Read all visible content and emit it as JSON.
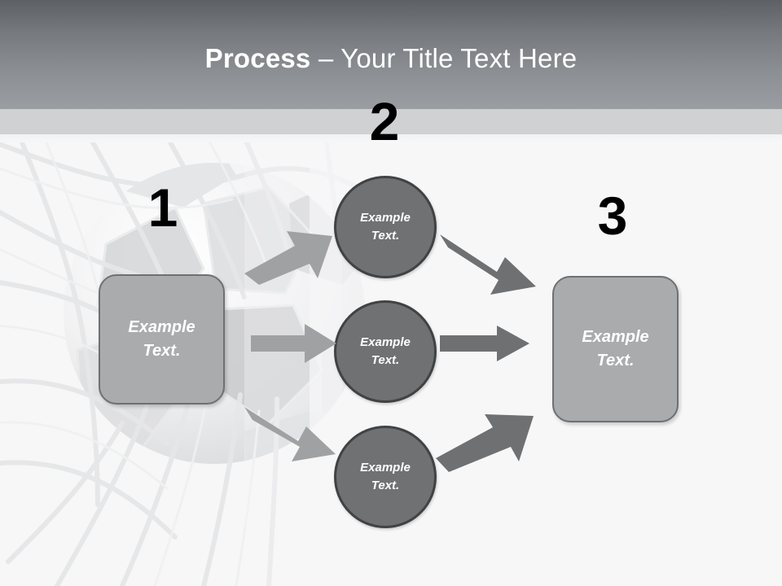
{
  "slide": {
    "title_strong": "Process",
    "title_rest": " – Your Title Text Here",
    "background_art": "soccer-ball-in-net",
    "colors": {
      "header_top": "#5d6064",
      "header_bottom": "#9a9da1",
      "header_accent_band": "#cfd1d3",
      "canvas": "#f7f7f8",
      "box_fill": "#aaabad",
      "box_border": "#6e7073",
      "circle_fill": "#6f7173",
      "circle_border": "#404244",
      "arrow_light": "#a0a1a3",
      "arrow_dark": "#6e7072",
      "number_color": "#000000",
      "shape_text_color": "#ffffff"
    }
  },
  "steps": [
    {
      "number": "1",
      "shape": "rounded-box",
      "text_line1": "Example",
      "text_line2": "Text."
    },
    {
      "number": "2",
      "shape": "circle-group",
      "items": [
        {
          "text_line1": "Example",
          "text_line2": "Text."
        },
        {
          "text_line1": "Example",
          "text_line2": "Text."
        },
        {
          "text_line1": "Example",
          "text_line2": "Text."
        }
      ]
    },
    {
      "number": "3",
      "shape": "rounded-box",
      "text_line1": "Example",
      "text_line2": "Text."
    }
  ],
  "arrows": [
    {
      "name": "step1-to-circle-top",
      "direction": "up-right",
      "tone": "light"
    },
    {
      "name": "step1-to-circle-middle",
      "direction": "right",
      "tone": "light"
    },
    {
      "name": "step1-to-circle-bottom",
      "direction": "down-right",
      "tone": "light"
    },
    {
      "name": "circle-top-to-step3",
      "direction": "down-right",
      "tone": "dark"
    },
    {
      "name": "circle-middle-to-step3",
      "direction": "right",
      "tone": "dark"
    },
    {
      "name": "circle-bottom-to-step3",
      "direction": "up-right",
      "tone": "dark"
    }
  ]
}
